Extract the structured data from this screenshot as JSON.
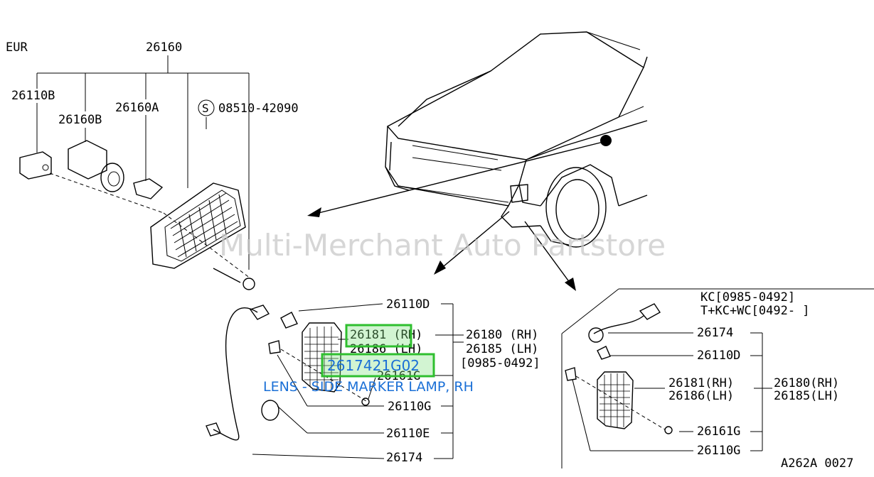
{
  "watermark": "Multi-Merchant Auto Partstore",
  "diagram_code": "A262A 0027",
  "eur": {
    "region": "EUR",
    "assembly": "26160",
    "parts": {
      "socket": "26110B",
      "bulb_holder": "26160B",
      "bulb": "26160A",
      "screw": "08510-42090",
      "screw_symbol": "S"
    }
  },
  "center": {
    "bulb": "26110D",
    "lens_rh": "26181 (RH)",
    "lens_lh": "26186 (LH)",
    "assy_rh": "26180 (RH)",
    "assy_lh": "26185 (LH)",
    "date_range": "[0985-0492]",
    "screw": "26161G",
    "clip": "26110G",
    "grommet": "26110E",
    "harness": "26174"
  },
  "right": {
    "model_line1": "KC[0985-0492]",
    "model_line2": "T+KC+WC[0492-     ]",
    "harness": "26174",
    "bulb": "26110D",
    "lens_rh": "26181(RH)",
    "lens_lh": "26186(LH)",
    "assy_rh": "26180(RH)",
    "assy_lh": "26185(LH)",
    "screw": "26161G",
    "clip": "26110G"
  },
  "highlight": {
    "part_number": "2617421G02",
    "description": "LENS - SIDE MARKER LAMP, RH"
  }
}
